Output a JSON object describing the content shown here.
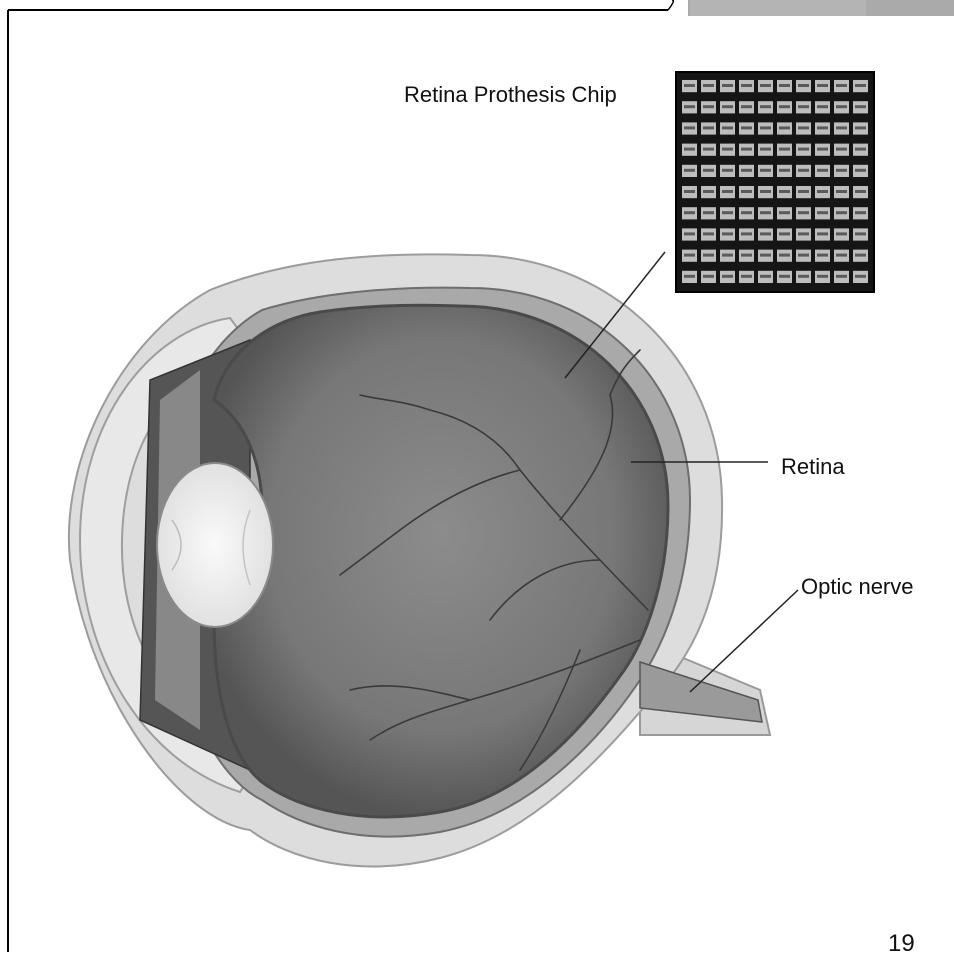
{
  "labels": {
    "chip": "Retina Prothesis Chip",
    "retina": "Retina",
    "optic_nerve": "Optic nerve"
  },
  "page_number": "19",
  "chip_grid": {
    "rows": 10,
    "cols": 10
  },
  "colors": {
    "vitreous": "#7a7a7a",
    "chip_background": "#151515",
    "chip_cell": "#bdbdbd",
    "lens": "#f3f3f3",
    "sclera": "#d9d9d9",
    "vessels": "#3a3a3a"
  }
}
